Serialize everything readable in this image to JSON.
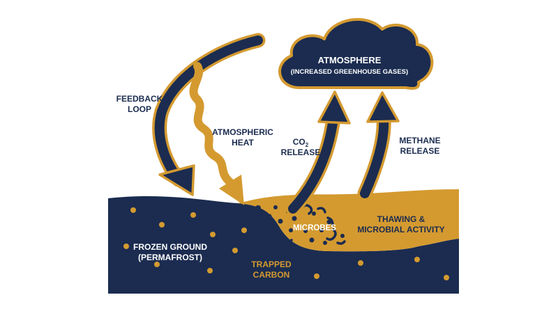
{
  "colors": {
    "navy": "#1b2c50",
    "gold": "#d49a30",
    "background": "#ffffff"
  },
  "cloud": {
    "title": "ATMOSPHERE",
    "subtitle": "(INCREASED GREENHOUSE GASES)"
  },
  "labels": {
    "feedback_line1": "FEEDBACK",
    "feedback_line2": "LOOP",
    "heat_line1": "ATMOSPHERIC",
    "heat_line2": "HEAT",
    "co2_main": "CO",
    "co2_sub": "2",
    "co2_line2": "RELEASE",
    "methane_line1": "METHANE",
    "methane_line2": "RELEASE",
    "thawing_line1": "THAWING &",
    "thawing_line2": "MICROBIAL ACTIVITY",
    "microbes": "MICROBES",
    "frozen_line1": "FROZEN GROUND",
    "frozen_line2": "(PERMAFROST)",
    "carbon_line1": "TRAPPED",
    "carbon_line2": "CARBON"
  },
  "icons": {
    "cloud": "cloud-shape",
    "arrows": [
      "feedback-loop-arrow",
      "heat-wave-arrow",
      "co2-release-arrow",
      "methane-release-arrow"
    ]
  }
}
